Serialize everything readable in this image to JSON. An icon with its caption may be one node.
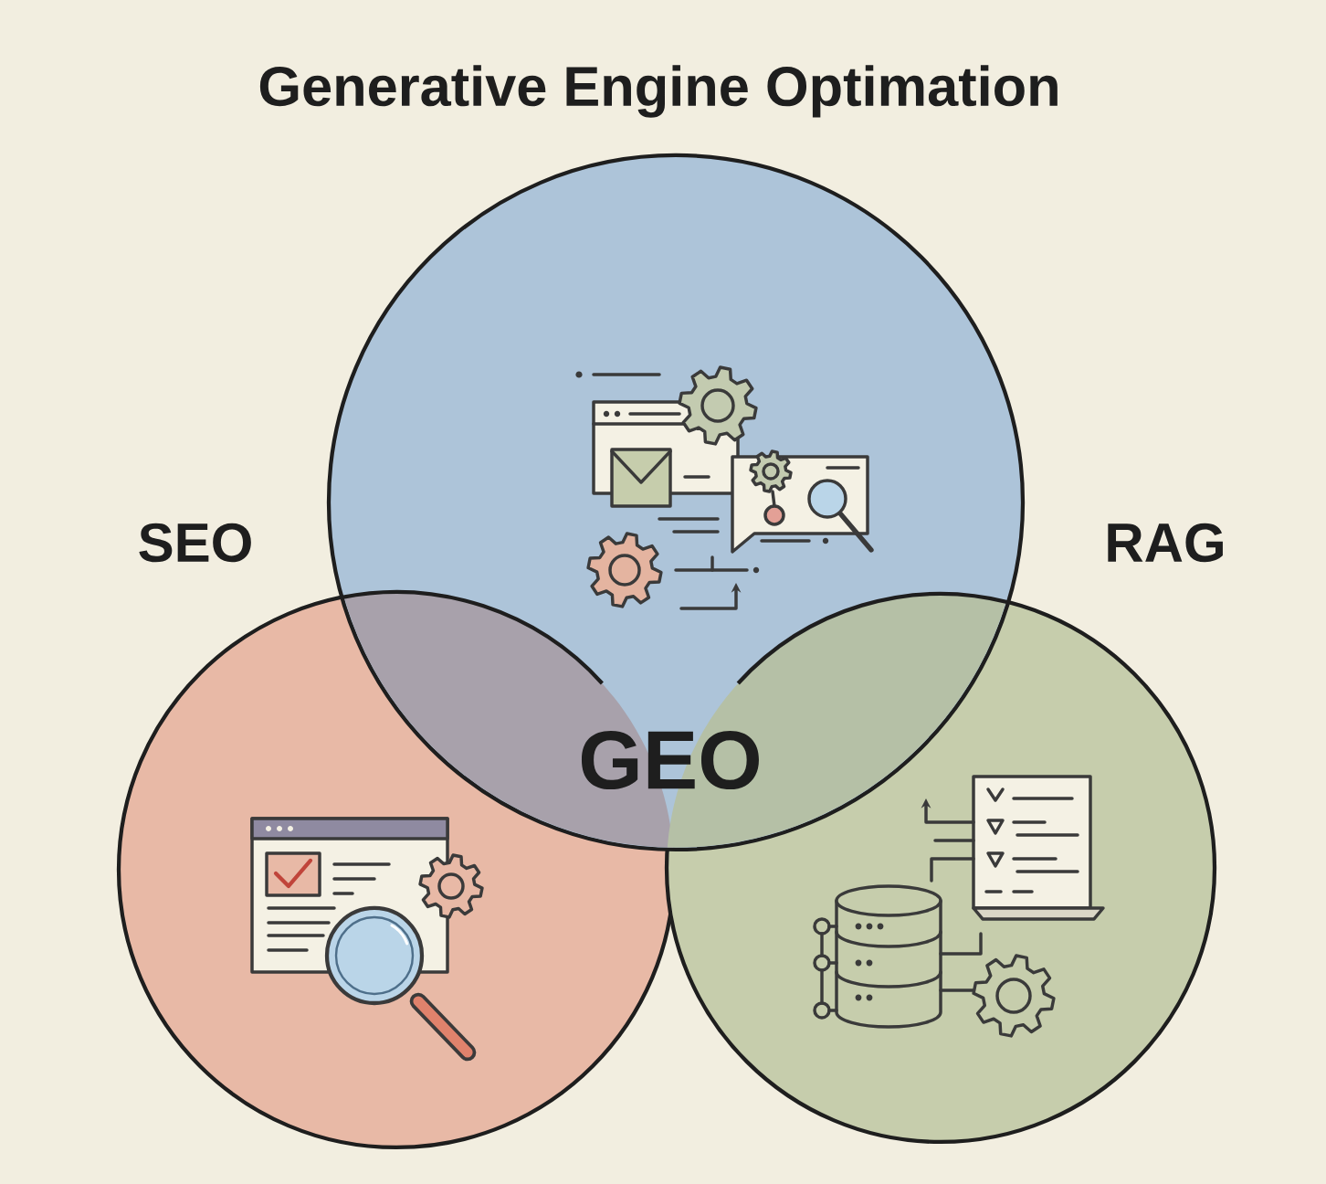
{
  "diagram": {
    "title": "Generative Engine Optimation",
    "nodes": [
      {
        "text": [],
        "shape": "circle"
      },
      {
        "text": [
          "SEO"
        ]
      },
      {
        "text": [
          "RAG"
        ]
      }
    ],
    "labels": [
      "GEO"
    ]
  }
}
